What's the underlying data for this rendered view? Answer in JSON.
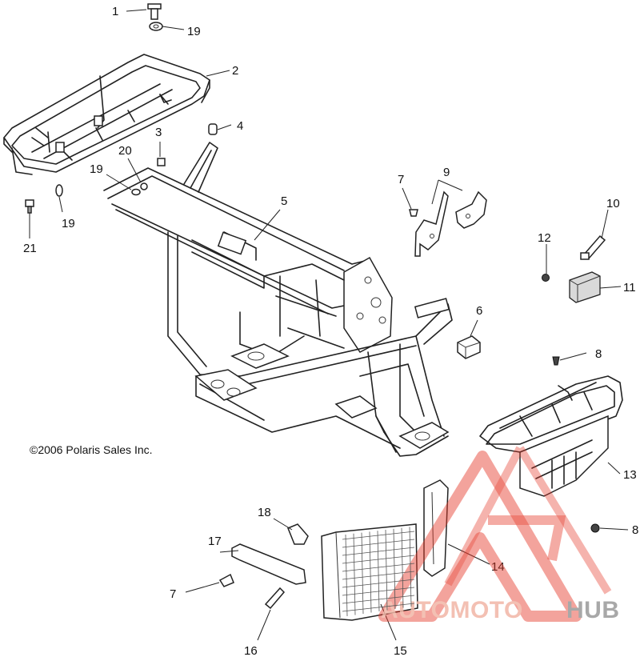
{
  "diagram": {
    "copyright": "©2006 Polaris Sales Inc.",
    "callouts": {
      "c1": "1",
      "c2": "2",
      "c3": "3",
      "c4": "4",
      "c5": "5",
      "c6": "6",
      "c7a": "7",
      "c7b": "7",
      "c8a": "8",
      "c8b": "8",
      "c9": "9",
      "c10": "10",
      "c11": "11",
      "c12": "12",
      "c13": "13",
      "c14": "14",
      "c15": "15",
      "c16": "16",
      "c17": "17",
      "c18": "18",
      "c19a": "19",
      "c19b": "19",
      "c19c": "19",
      "c20": "20",
      "c21": "21"
    }
  },
  "watermark": {
    "word_a": "AUTOMOTO",
    "word_b": "HUB",
    "color_a": "#f2b6a6",
    "color_b": "#9a9a9a",
    "logo_color": "#e53a2a"
  }
}
